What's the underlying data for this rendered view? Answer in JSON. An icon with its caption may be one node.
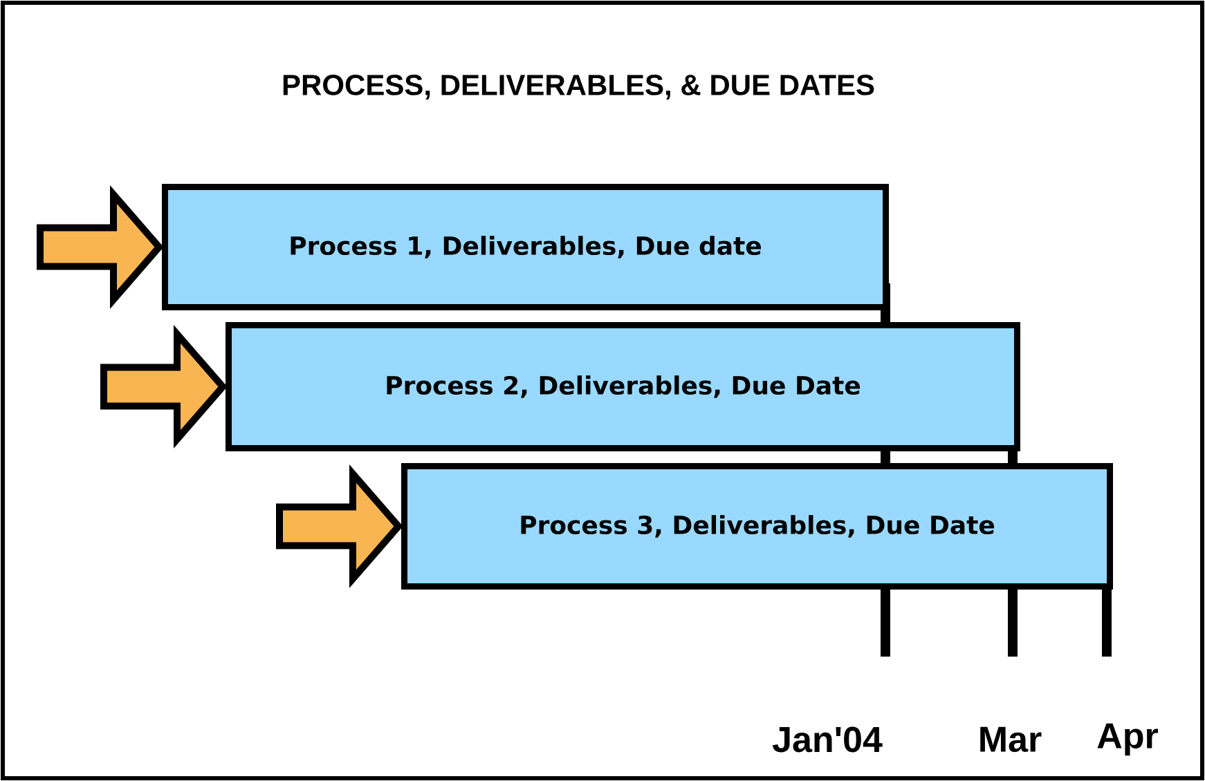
{
  "diagram": {
    "title": "PROCESS, DELIVERABLES, & DUE DATES",
    "nodes": [
      {
        "text": [
          "Process 1,  Deliverables, Due date"
        ]
      },
      {
        "text": [
          "Process 2, Deliverables, Due Date"
        ]
      },
      {
        "text": [
          "Process 3, Deliverables, Due Date"
        ]
      }
    ],
    "edges": [
      {
        "from": null,
        "to": 0,
        "arrow": "to"
      },
      {
        "from": null,
        "to": 1,
        "arrow": "to"
      },
      {
        "from": null,
        "to": 2,
        "arrow": "to"
      }
    ],
    "labels": [
      "Jan'04",
      "Mar",
      "Apr"
    ]
  }
}
